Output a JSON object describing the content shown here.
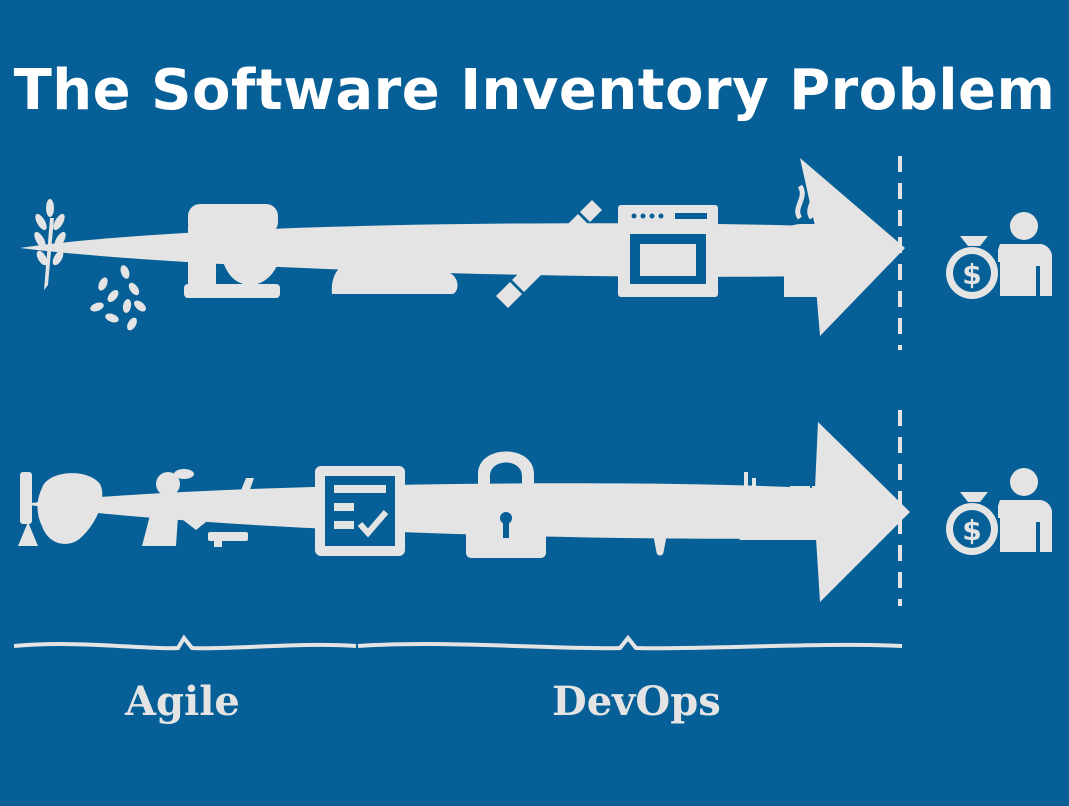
{
  "title": "The Software Inventory Problem",
  "labels": {
    "agile": "Agile",
    "devops": "DevOps"
  },
  "colors": {
    "background": "#065f96",
    "shape": "#e4e4e4",
    "title": "#ffffff"
  },
  "rows": [
    {
      "name": "bread-pipeline",
      "icons": [
        "wheat-icon",
        "seeds-icon",
        "stand-mixer-icon",
        "dough-icon",
        "rolling-pin-icon",
        "oven-icon",
        "bread-loaf-icon"
      ],
      "end_icon": "customer-money-icon"
    },
    {
      "name": "software-pipeline",
      "icons": [
        "idea-brain-icon",
        "developer-desk-icon",
        "checklist-icon",
        "padlock-icon",
        "heartbeat-icon",
        "container-ship-icon"
      ],
      "end_icon": "customer-money-icon"
    }
  ],
  "currency_symbol": "$"
}
